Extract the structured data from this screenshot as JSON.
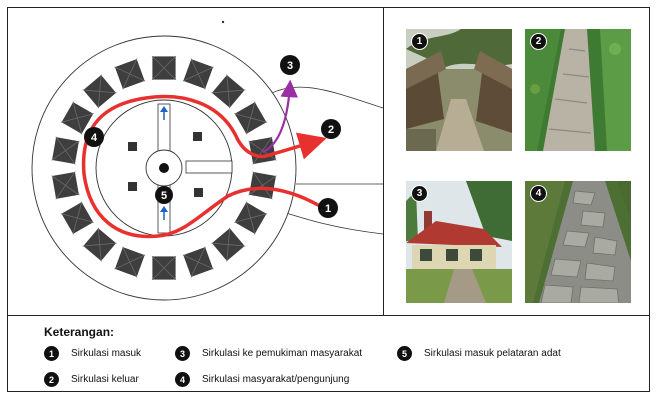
{
  "diagram": {
    "markers": [
      "1",
      "2",
      "3",
      "4",
      "5"
    ]
  },
  "photos": [
    {
      "number": "1"
    },
    {
      "number": "2"
    },
    {
      "number": "3"
    },
    {
      "number": "4"
    }
  ],
  "legend": {
    "title": "Keterangan:",
    "items": [
      {
        "number": "1",
        "label": "Sirkulasi masuk"
      },
      {
        "number": "2",
        "label": "Sirkulasi keluar"
      },
      {
        "number": "3",
        "label": "Sirkulasi ke pemukiman masyarakat"
      },
      {
        "number": "4",
        "label": "Sirkulasi masyarakat/pengunjung"
      },
      {
        "number": "5",
        "label": "Sirkulasi masuk pelataran adat"
      }
    ]
  },
  "colors": {
    "circulation_line": "#e8312f",
    "settlement_arrow": "#9b2fa5",
    "inner_arrow": "#1e63c4",
    "house_fill": "#3e3e3e",
    "marker_fill": "#111111"
  }
}
